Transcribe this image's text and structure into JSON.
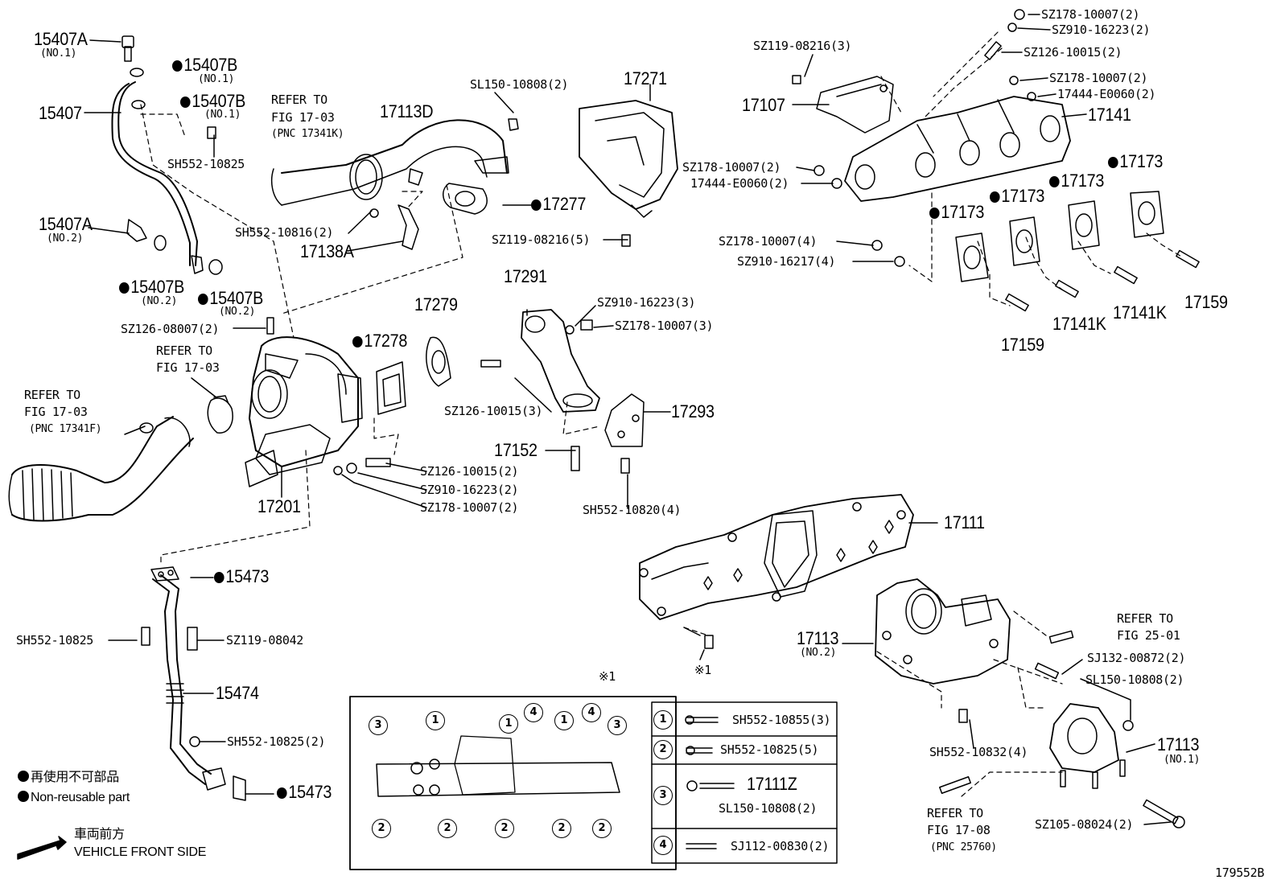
{
  "labels": {
    "p15407A_1": "15407A",
    "p15407A_1_note": "(NO.1)",
    "p15407B_a": "15407B",
    "p15407B_a_note": "(NO.1)",
    "p15407B_b": "15407B",
    "p15407B_b_note": "(NO.1)",
    "p15407": "15407",
    "sh552_10825_top": "SH552-10825",
    "p15407A_2": "15407A",
    "p15407A_2_note": "(NO.2)",
    "p15407B_c": "15407B",
    "p15407B_c_note": "(NO.2)",
    "p15407B_d": "15407B",
    "p15407B_d_note": "(NO.2)",
    "ref1703_a": [
      "REFER TO",
      "FIG 17-03",
      "(PNC 17341K)"
    ],
    "p17113D": "17113D",
    "sl150_top": "SL150-10808(2)",
    "p17271": "17271",
    "sh552_10816": "SH552-10816(2)",
    "p17138A": "17138A",
    "p17277": "17277",
    "sz119_08216_5": "SZ119-08216(5)",
    "sz126_08007": "SZ126-08007(2)",
    "ref1703_b": [
      "REFER TO",
      "FIG 17-03"
    ],
    "ref1703_c": [
      "REFER TO",
      "FIG 17-03",
      "(PNC 17341F)"
    ],
    "p17278": "17278",
    "p17279": "17279",
    "p17291": "17291",
    "sz910_16223_3": "SZ910-16223(3)",
    "sz178_10007_3": "SZ178-10007(3)",
    "sz126_10015_3": "SZ126-10015(3)",
    "p17293": "17293",
    "p17152": "17152",
    "sh552_10820": "SH552-10820(4)",
    "sz126_10015_2": "SZ126-10015(2)",
    "sz910_16223_2": "SZ910-16223(2)",
    "sz178_10007_2a": "SZ178-10007(2)",
    "p17201": "17201",
    "sz178_10007_tr": "SZ178-10007(2)",
    "sz910_16223_tr": "SZ910-16223(2)",
    "sz119_08216_3": "SZ119-08216(3)",
    "sz126_10015_tr": "SZ126-10015(2)",
    "sz178_10007_mr": "SZ178-10007(2)",
    "e0060_mr": "17444-E0060(2)",
    "p17107": "17107",
    "p17141": "17141",
    "sz178_10007_ml": "SZ178-10007(2)",
    "e0060_ml": "17444-E0060(2)",
    "p17173_a": "17173",
    "p17173_b": "17173",
    "p17173_c": "17173",
    "p17173_d": "17173",
    "sz178_10007_4": "SZ178-10007(4)",
    "sz910_16217_4": "SZ910-16217(4)",
    "p17159_a": "17159",
    "p17141K_a": "17141K",
    "p17141K_b": "17141K",
    "p17159_b": "17159",
    "p17111": "17111",
    "p15473_a": "15473",
    "sh552_10825_l": "SH552-10825",
    "sz119_08042": "SZ119-08042",
    "p15474": "15474",
    "sh552_10825_2": "SH552-10825(2)",
    "p15473_b": "15473",
    "p17113_2": "17113",
    "p17113_2_note": "(NO.2)",
    "ref2501": [
      "REFER TO",
      "FIG 25-01"
    ],
    "sj132": "SJ132-00872(2)",
    "sl150_br": "SL150-10808(2)",
    "sh552_10832": "SH552-10832(4)",
    "p17113_1": "17113",
    "p17113_1_note": "(NO.1)",
    "ref1708": [
      "REFER TO",
      "FIG 17-08",
      "(PNC 25760)"
    ],
    "sz105": "SZ105-08024(2)",
    "mark_a": "※1",
    "mark_b": "※1",
    "legend_jp": "再使用不可部品",
    "legend_en": "Non-reusable part",
    "front_jp": "車両前方",
    "front_en": "VEHICLE FRONT SIDE",
    "fig_id": "179552B"
  },
  "inset": {
    "rows": [
      {
        "num": "1",
        "part": "SH552-10855(3)"
      },
      {
        "num": "2",
        "part": "SH552-10825(5)"
      },
      {
        "num": "3",
        "part": "17111Z",
        "part2": "SL150-10808(2)"
      },
      {
        "num": "4",
        "part": "SJ112-00830(2)"
      }
    ],
    "top_callouts": [
      "3",
      "1",
      "1",
      "4",
      "1",
      "4",
      "3"
    ],
    "bottom_callouts": [
      "2",
      "2",
      "2",
      "2",
      "2"
    ]
  }
}
